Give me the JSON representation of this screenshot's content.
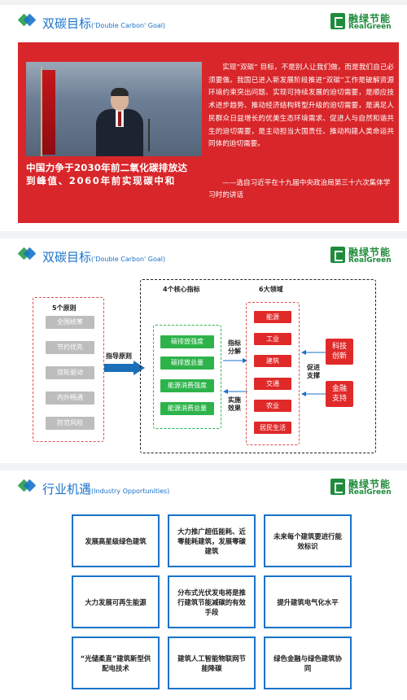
{
  "brand": {
    "cn": "融绿节能",
    "en": "RealGreen"
  },
  "slide1": {
    "title": "双碳目标",
    "subtitle": "('Double Carbon' Goal)",
    "caption_line1": "中国力争于2030年前二氧化碳排放达",
    "caption_line2": "到峰值、2060年前实现碳中和",
    "quote": "实现“双碳” 目标，不是别人让我们做，而是我们自己必须要做。我国已进入新发展阶段推进“双碳”工作是破解资源环境约束突出问题、实现可持续发展的迫切需要，是顺应技术进步趋势、推动经济结构转型升级的迫切需要，是满足人民群众日益增长的优美生态环境需求、促进人与自然和谐共生的迫切需要，是主动担当大国责任、推动构建人类命运共同体的迫切需要。",
    "source": "——选自习近平在十九届中央政治局第三十六次集体学习时的讲话"
  },
  "slide2": {
    "title": "双碳目标",
    "subtitle": "('Double Carbon' Goal)",
    "principles_label": "5个原则",
    "principles": [
      "全国统筹",
      "节约优先",
      "双轮驱动",
      "内外畅通",
      "防范风险"
    ],
    "guide_label": "指导原则",
    "indicators_label": "4个核心指标",
    "indicators": [
      "碳排放强度",
      "碳排放总量",
      "能源消费强度",
      "能源消费总量"
    ],
    "decompose_label_1": "指标",
    "decompose_label_2": "分解",
    "effect_label_1": "实施",
    "effect_label_2": "效果",
    "fields_label": "6大领域",
    "fields": [
      "能源",
      "工业",
      "建筑",
      "交通",
      "农业",
      "居民生活"
    ],
    "support_label_1": "促进",
    "support_label_2": "支撑",
    "tech_line1": "科技",
    "tech_line2": "创新",
    "finance_line1": "金融",
    "finance_line2": "支持"
  },
  "slide3": {
    "title": "行业机遇",
    "subtitle": "(Industry Opportunities)",
    "cards": [
      "发展高星级绿色建筑",
      "大力推广超低能耗、近零能耗建筑，发展零碳建筑",
      "未来每个建筑要进行能效标识",
      "大力发展可再生能源",
      "分布式光伏发电将是推行建筑节能减碳的有效手段",
      "提升建筑电气化水平",
      "“光储柔直”建筑新型供配电技术",
      "建筑人工智能物联网节能降碳",
      "绿色金融与绿色建筑协同"
    ]
  }
}
